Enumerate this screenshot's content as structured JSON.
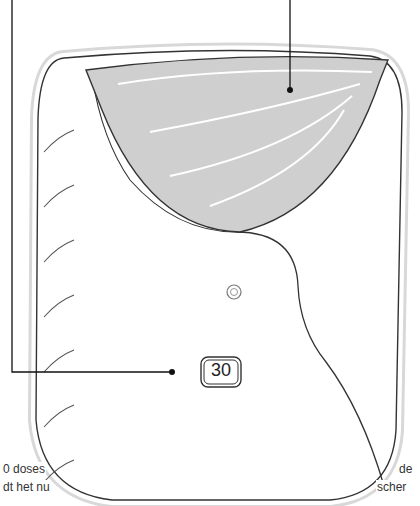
{
  "diagram": {
    "nodes": [
      {
        "text": [
          "30"
        ]
      }
    ],
    "labels": [
      "0 doses",
      "dt het nu",
      "de",
      "scher"
    ]
  }
}
